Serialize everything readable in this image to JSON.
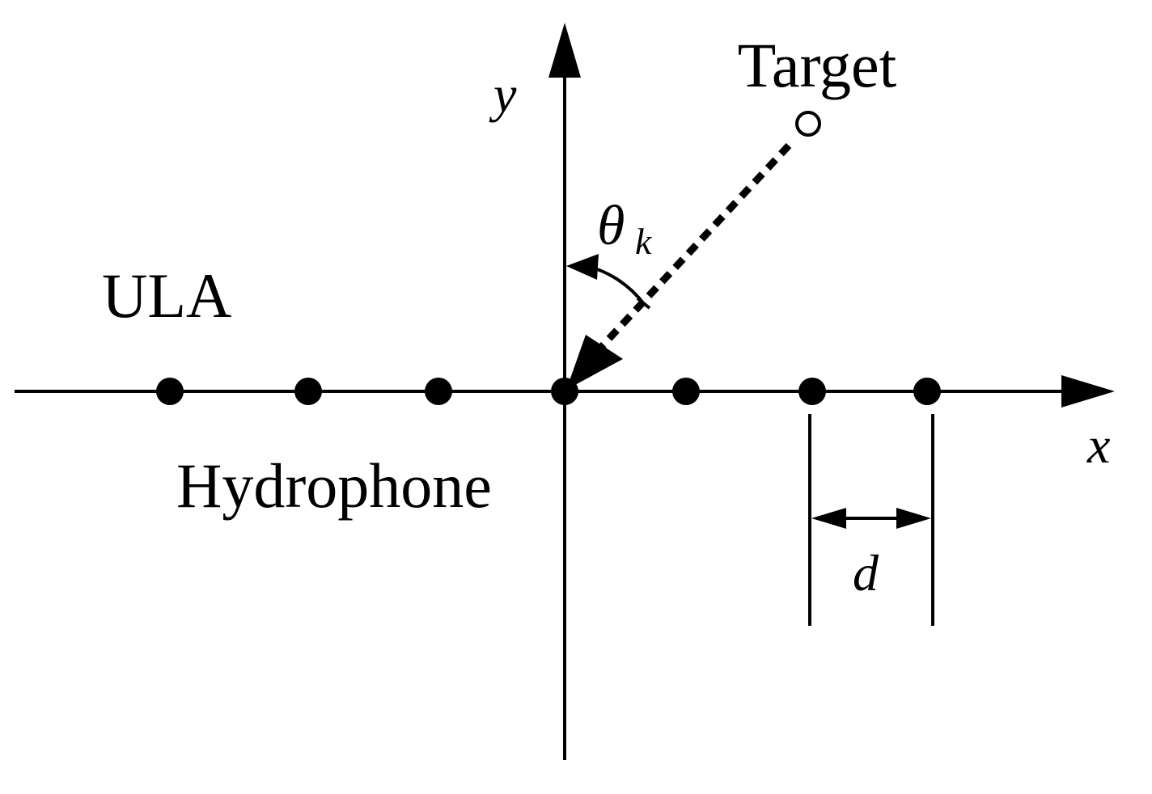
{
  "labels": {
    "target": "Target",
    "ula": "ULA",
    "hydrophone": "Hydrophone",
    "x_axis": "x",
    "y_axis": "y",
    "theta": "θ",
    "theta_subscript": "k",
    "spacing": "d"
  },
  "elements": {
    "hydrophone_count": 7,
    "target_marker": "open-circle",
    "sensor_marker": "filled-circle"
  },
  "colors": {
    "ink": "#000000",
    "background": "#ffffff"
  }
}
